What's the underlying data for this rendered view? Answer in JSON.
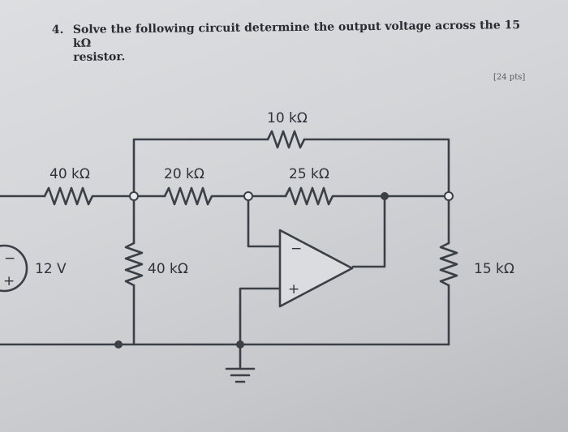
{
  "question": {
    "number": "4.",
    "line1": "Solve the following circuit determine the output voltage across the 15 kΩ",
    "line2": "resistor.",
    "points": "[24 pts]"
  },
  "circuit": {
    "r_top": "10 kΩ",
    "r_40_series": "40 kΩ",
    "r_20": "20 kΩ",
    "r_25": "25 kΩ",
    "r_40_shunt": "40 kΩ",
    "r_load": "15 kΩ",
    "source": "12 V",
    "opamp_minus": "−",
    "opamp_plus": "+",
    "source_minus": "−",
    "source_plus": "+"
  }
}
